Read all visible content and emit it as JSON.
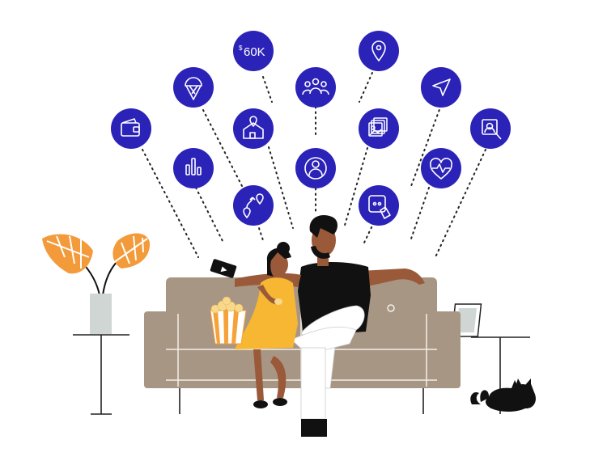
{
  "colors": {
    "bubble": "#2b23b8",
    "icon_stroke": "#ffffff",
    "connector": "#222222",
    "sofa": "#a89684",
    "sofa_seam": "#f4eee8",
    "plant": "#f39a3a",
    "vase": "#cfd6d3",
    "popcorn_bucket": "#f6a23a",
    "popcorn": "#f8d98c",
    "girl_dress": "#f7b733",
    "skin": "#9a5a3a",
    "hair": "#111111",
    "shirt": "#111111",
    "pants": "#ffffff",
    "cat": "#111111"
  },
  "bubbles": [
    {
      "name": "money-bubble",
      "icon": "dollar-text",
      "text": "60K",
      "sup": "$"
    },
    {
      "name": "location-pin-bubble",
      "icon": "location-pin-icon"
    },
    {
      "name": "ice-cream-bubble",
      "icon": "ice-cream-icon"
    },
    {
      "name": "people-bubble",
      "icon": "people-icon"
    },
    {
      "name": "navigation-bubble",
      "icon": "navigation-arrow-icon"
    },
    {
      "name": "wallet-bubble",
      "icon": "wallet-icon"
    },
    {
      "name": "house-bubble",
      "icon": "house-location-icon"
    },
    {
      "name": "photos-bubble",
      "icon": "photo-stack-icon"
    },
    {
      "name": "search-profile-bubble",
      "icon": "profile-search-icon"
    },
    {
      "name": "bar-chart-bubble",
      "icon": "bar-chart-icon"
    },
    {
      "name": "user-bubble",
      "icon": "user-icon"
    },
    {
      "name": "heart-rate-bubble",
      "icon": "heart-rate-icon"
    },
    {
      "name": "route-bubble",
      "icon": "route-icon"
    },
    {
      "name": "touch-app-bubble",
      "icon": "touch-app-icon"
    }
  ],
  "scene": {
    "people": [
      "father-figure",
      "daughter-figure"
    ],
    "props": [
      "sofa",
      "plant-in-vase",
      "side-table-left",
      "side-table-right",
      "picture-frame",
      "popcorn-bucket",
      "smartphone",
      "black-cat"
    ]
  }
}
